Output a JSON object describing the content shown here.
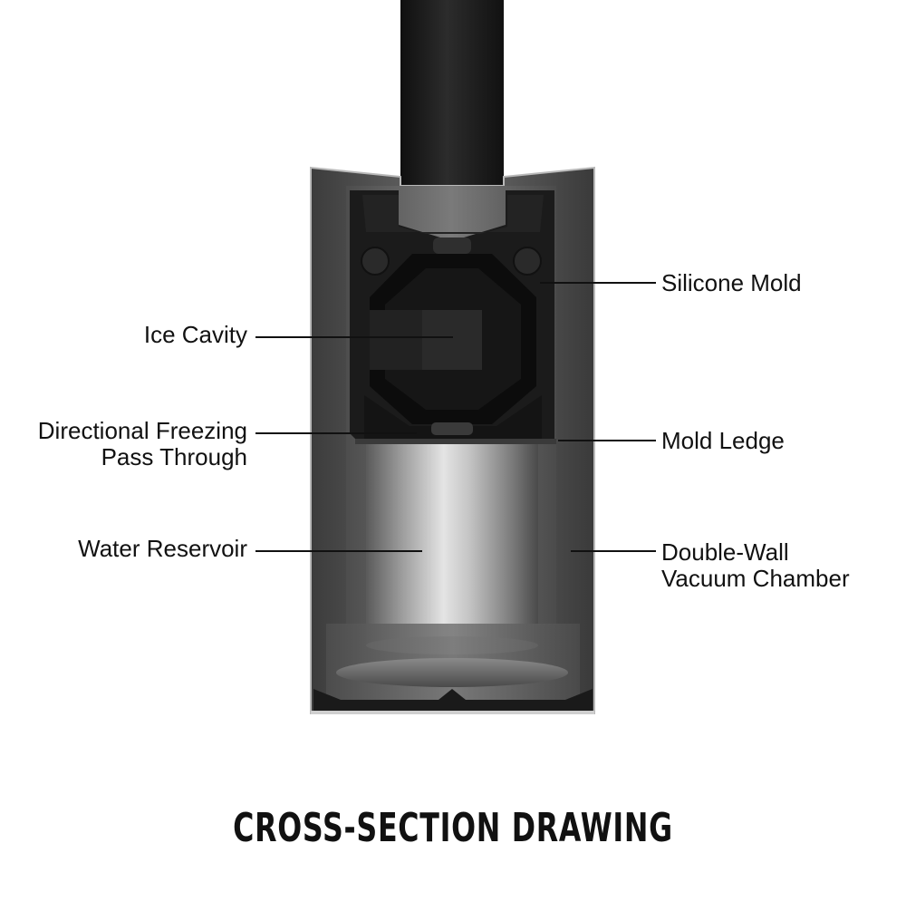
{
  "labels": {
    "ice_cavity": "Ice Cavity",
    "directional_freezing_line1": "Directional Freezing",
    "directional_freezing_line2": "Pass Through",
    "water_reservoir": "Water Reservoir",
    "silicone_mold": "Silicone Mold",
    "mold_ledge": "Mold Ledge",
    "double_wall_line1": "Double-Wall",
    "double_wall_line2": "Vacuum Chamber"
  },
  "title": "CROSS-SECTION DRAWING",
  "colors": {
    "mold_black": "#1b1b1b",
    "outer_shell": "#555555",
    "inner_cavity": "#6a6a6a",
    "reservoir_silver": "#b8b8b8",
    "leader_line": "#111111"
  }
}
